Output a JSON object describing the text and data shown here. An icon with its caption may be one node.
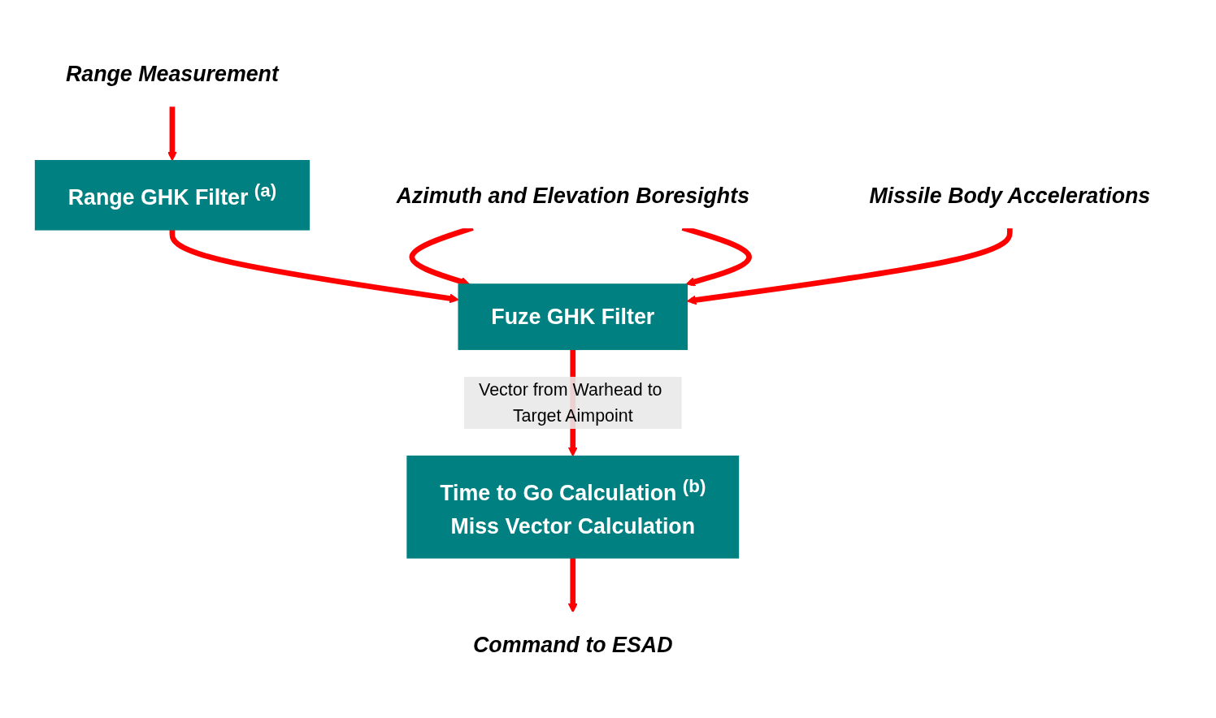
{
  "diagram": {
    "nodes": [
      {
        "text": [
          "Range Measurement"
        ]
      },
      {
        "text": [
          "Range GHK Filter $^{(a)}$"
        ]
      },
      {
        "text": [
          "Azimuth and Elevation Boresights"
        ]
      },
      {
        "text": [
          "Missile Body Accelerations"
        ]
      },
      {
        "text": [
          "Fuze GHK Filter"
        ]
      },
      {
        "text": [
          "Time to Go Calculation $^{(b)}$",
          "Miss Vector Calculation"
        ]
      },
      {
        "text": [
          "Command to ESAD"
        ]
      }
    ],
    "edges": [
      {
        "from": 0,
        "to": 1,
        "arrow": "to"
      },
      {
        "from": 1,
        "to": 4,
        "arrow": "to"
      },
      {
        "from": 2,
        "to": 4,
        "arrow": "to"
      },
      {
        "from": 2,
        "to": 4,
        "arrow": "to"
      },
      {
        "from": 3,
        "to": 4,
        "arrow": "to"
      },
      {
        "from": 4,
        "to": 5,
        "arrow": "to",
        "label": "Vector from Warhead to Target Aimpoint"
      },
      {
        "from": 5,
        "to": 6,
        "arrow": "to"
      }
    ]
  }
}
